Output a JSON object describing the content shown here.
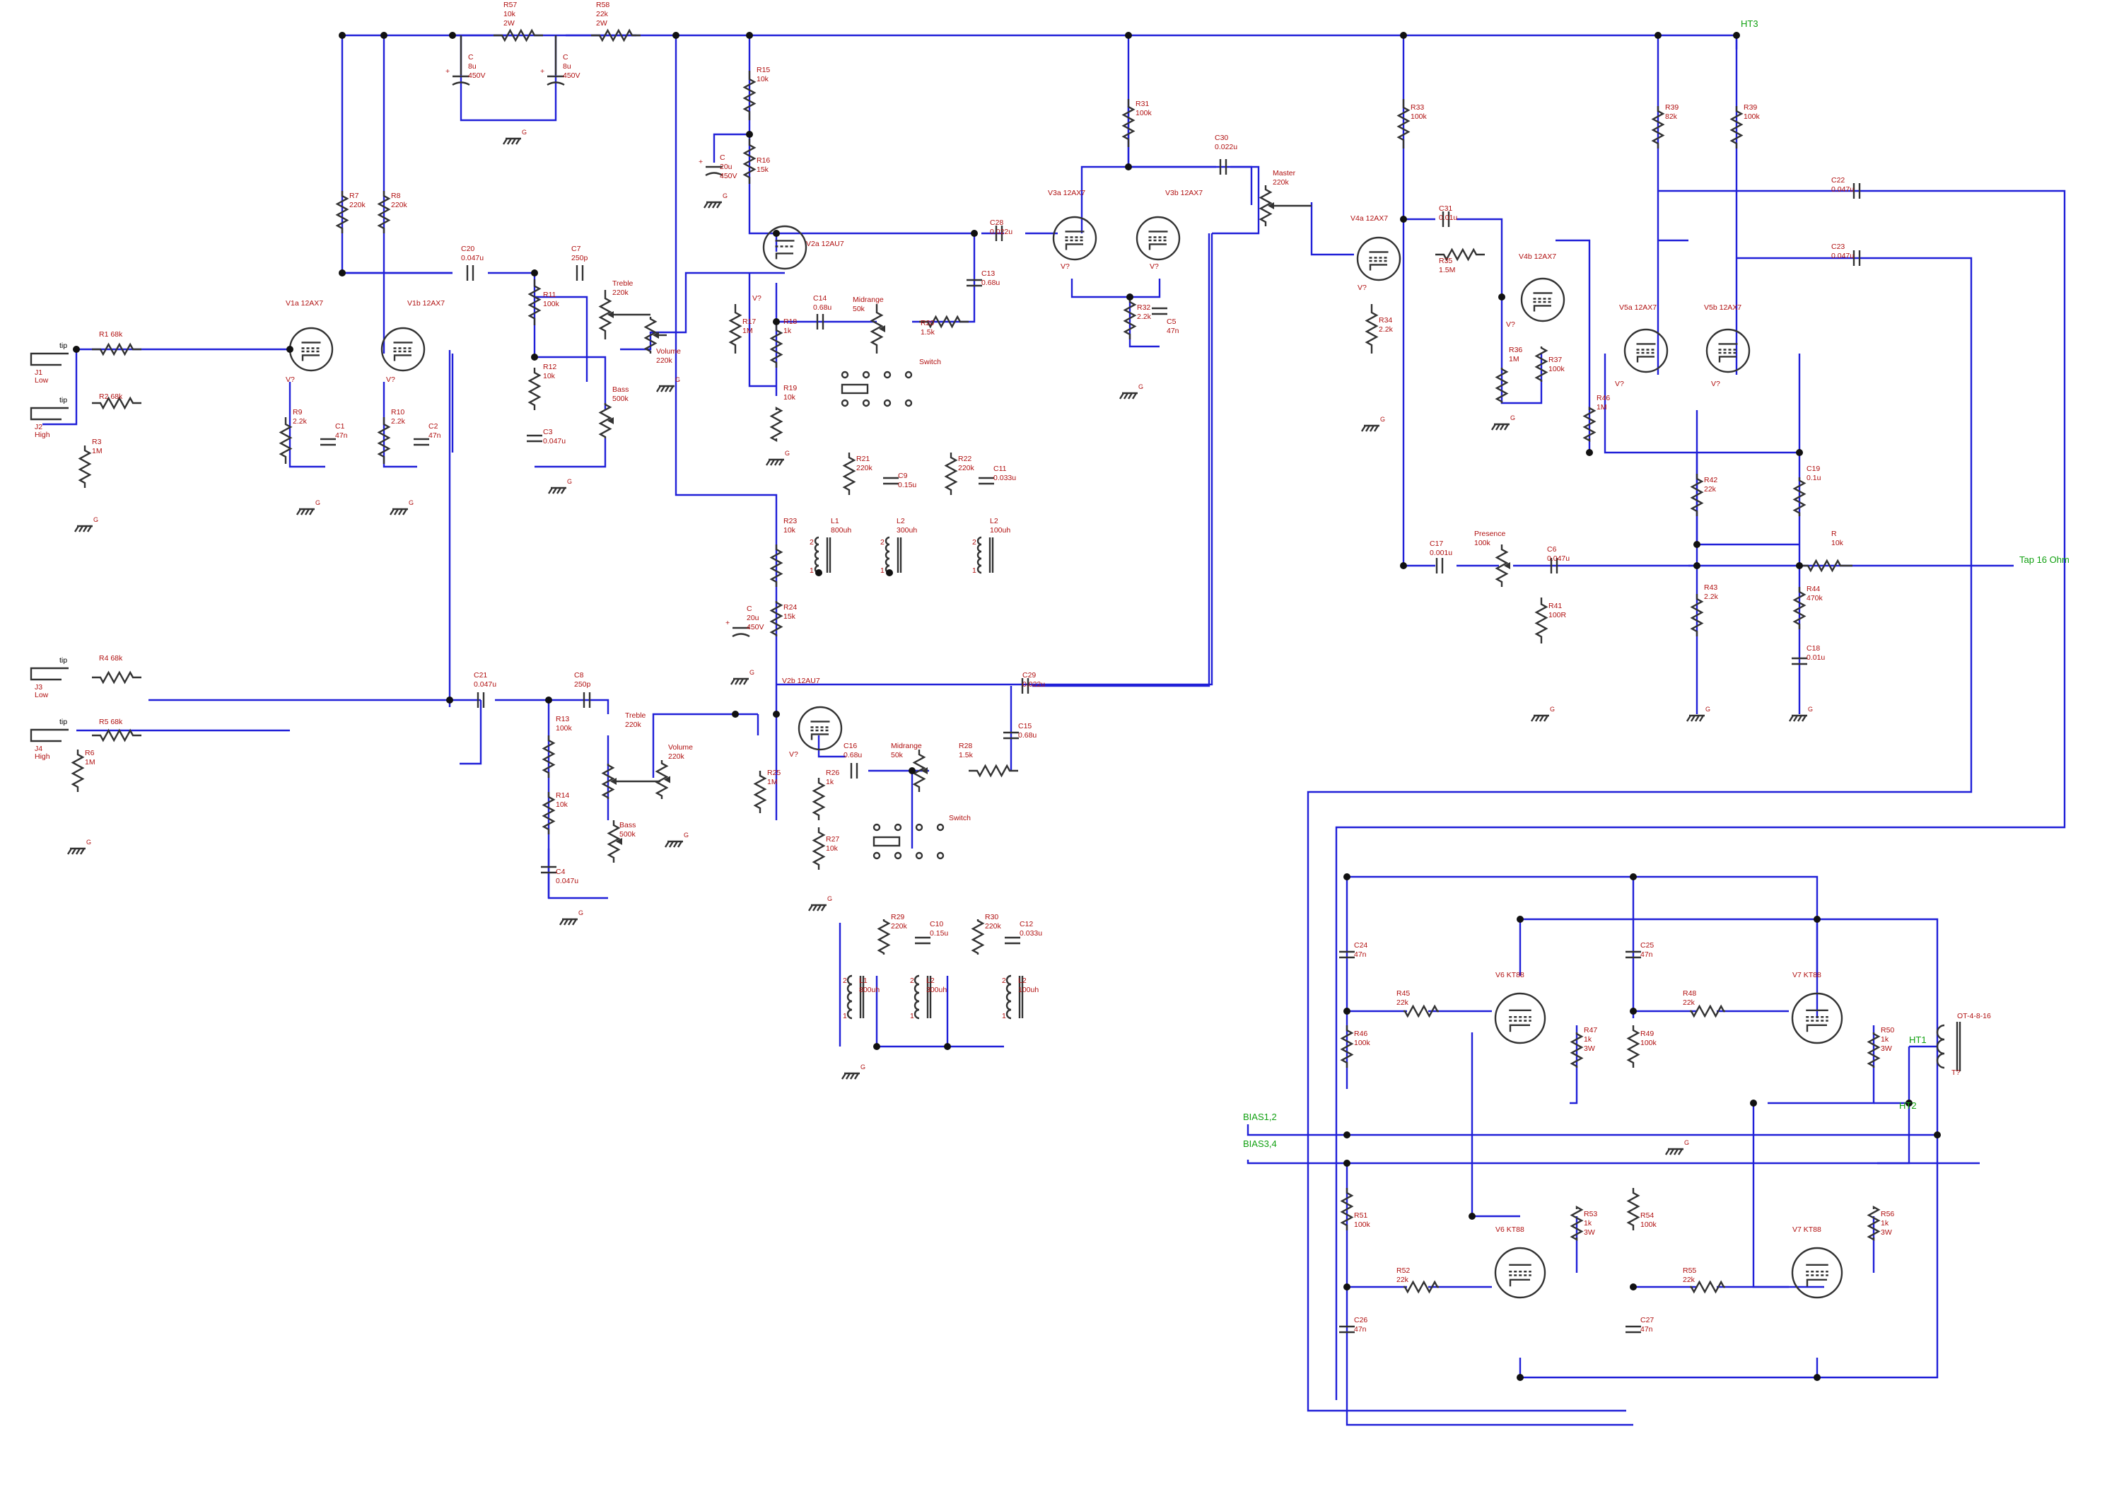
{
  "nets": [
    {
      "id": "ht3",
      "text": "HT3"
    },
    {
      "id": "tap16",
      "text": "Tap 16 Ohm"
    },
    {
      "id": "ht1",
      "text": "HT1"
    },
    {
      "id": "ht2",
      "text": "HT2"
    },
    {
      "id": "bias12",
      "text": "BIAS1,2"
    },
    {
      "id": "bias34",
      "text": "BIAS3,4"
    }
  ],
  "labels": [
    {
      "id": "r57",
      "lines": [
        "R57",
        "10k",
        "2W"
      ]
    },
    {
      "id": "r58",
      "lines": [
        "R58",
        "22k",
        "2W"
      ]
    },
    {
      "id": "cf1",
      "lines": [
        "C",
        "8u",
        "450V"
      ]
    },
    {
      "id": "cf2",
      "lines": [
        "C",
        "8u",
        "450V"
      ]
    },
    {
      "id": "r15",
      "lines": [
        "R15",
        "10k"
      ]
    },
    {
      "id": "r16",
      "lines": [
        "R16",
        "15k"
      ]
    },
    {
      "id": "cf3",
      "lines": [
        "C",
        "20u",
        "450V"
      ]
    },
    {
      "id": "r31",
      "lines": [
        "R31",
        "100k"
      ]
    },
    {
      "id": "c30",
      "lines": [
        "C30",
        "0.022u"
      ]
    },
    {
      "id": "master",
      "lines": [
        "Master",
        "220k"
      ]
    },
    {
      "id": "r33",
      "lines": [
        "R33",
        "100k"
      ]
    },
    {
      "id": "r39a",
      "lines": [
        "R39",
        "82k"
      ]
    },
    {
      "id": "r39b",
      "lines": [
        "R39",
        "100k"
      ]
    },
    {
      "id": "c22",
      "lines": [
        "C22",
        "0.047u"
      ]
    },
    {
      "id": "c23",
      "lines": [
        "C23",
        "0.047u"
      ]
    },
    {
      "id": "r7",
      "lines": [
        "R7",
        "220k"
      ]
    },
    {
      "id": "r8",
      "lines": [
        "R8",
        "220k"
      ]
    },
    {
      "id": "c20",
      "lines": [
        "C20",
        "0.047u"
      ]
    },
    {
      "id": "c7",
      "lines": [
        "C7",
        "250p"
      ]
    },
    {
      "id": "v2a",
      "lines": [
        "V2a 12AU7"
      ]
    },
    {
      "id": "c28",
      "lines": [
        "C28",
        "0.022u"
      ]
    },
    {
      "id": "v3a",
      "lines": [
        "V3a 12AX7"
      ]
    },
    {
      "id": "v3b",
      "lines": [
        "V3b 12AX7"
      ]
    },
    {
      "id": "v4a",
      "lines": [
        "V4a 12AX7"
      ]
    },
    {
      "id": "c31",
      "lines": [
        "C31",
        "0.01u"
      ]
    },
    {
      "id": "r35",
      "lines": [
        "R35",
        "1.5M"
      ]
    },
    {
      "id": "v4b",
      "lines": [
        "V4b 12AX7"
      ]
    },
    {
      "id": "v5a",
      "lines": [
        "V5a 12AX7"
      ]
    },
    {
      "id": "v5b",
      "lines": [
        "V5b 12AX7"
      ]
    },
    {
      "id": "v1a",
      "lines": [
        "V1a 12AX7"
      ]
    },
    {
      "id": "v1b",
      "lines": [
        "V1b 12AX7"
      ]
    },
    {
      "id": "r11",
      "lines": [
        "R11",
        "100k"
      ]
    },
    {
      "id": "treble1",
      "lines": [
        "Treble",
        "220k"
      ]
    },
    {
      "id": "volume1",
      "lines": [
        "Volume",
        "220k"
      ]
    },
    {
      "id": "c14",
      "lines": [
        "C14",
        "0.68u"
      ]
    },
    {
      "id": "midrange1",
      "lines": [
        "Midrange",
        "50k"
      ]
    },
    {
      "id": "r20",
      "lines": [
        "R20",
        "1.5k"
      ]
    },
    {
      "id": "c13",
      "lines": [
        "C13",
        "0.68u"
      ]
    },
    {
      "id": "r32",
      "lines": [
        "R32",
        "2.2k"
      ]
    },
    {
      "id": "c5",
      "lines": [
        "C5",
        "47n"
      ]
    },
    {
      "id": "r34",
      "lines": [
        "R34",
        "2.2k"
      ]
    },
    {
      "id": "r36",
      "lines": [
        "R36",
        "1M"
      ]
    },
    {
      "id": "r37",
      "lines": [
        "R37",
        "100k"
      ]
    },
    {
      "id": "r46b",
      "lines": [
        "R46",
        "1M"
      ]
    },
    {
      "id": "r17",
      "lines": [
        "R17",
        "1M"
      ]
    },
    {
      "id": "r18",
      "lines": [
        "R18",
        "1k"
      ]
    },
    {
      "id": "switch1",
      "lines": [
        "Switch"
      ]
    },
    {
      "id": "r1",
      "lines": [
        "R1  68k"
      ]
    },
    {
      "id": "r2",
      "lines": [
        "R2  68k"
      ]
    },
    {
      "id": "r3",
      "lines": [
        "R3",
        "1M"
      ]
    },
    {
      "id": "r9",
      "lines": [
        "R9",
        "2.2k"
      ]
    },
    {
      "id": "c1",
      "lines": [
        "C1",
        "47n"
      ]
    },
    {
      "id": "r10",
      "lines": [
        "R10",
        "2.2k"
      ]
    },
    {
      "id": "c2",
      "lines": [
        "C2",
        "47n"
      ]
    },
    {
      "id": "r12",
      "lines": [
        "R12",
        "10k"
      ]
    },
    {
      "id": "bass1",
      "lines": [
        "Bass",
        "500k"
      ]
    },
    {
      "id": "c3",
      "lines": [
        "C3",
        "0.047u"
      ]
    },
    {
      "id": "r19",
      "lines": [
        "R19",
        "10k"
      ]
    },
    {
      "id": "r21",
      "lines": [
        "R21",
        "220k"
      ]
    },
    {
      "id": "c9",
      "lines": [
        "C9",
        "0.15u"
      ]
    },
    {
      "id": "r22",
      "lines": [
        "R22",
        "220k"
      ]
    },
    {
      "id": "c11",
      "lines": [
        "C11",
        "0.033u"
      ]
    },
    {
      "id": "c19",
      "lines": [
        "C19",
        "0.1u"
      ]
    },
    {
      "id": "r42",
      "lines": [
        "R42",
        "22k"
      ]
    },
    {
      "id": "r23",
      "lines": [
        "R23",
        "10k"
      ]
    },
    {
      "id": "l1a",
      "lines": [
        "L1",
        "800uh"
      ]
    },
    {
      "id": "l2a",
      "lines": [
        "L2",
        "300uh"
      ]
    },
    {
      "id": "l2b",
      "lines": [
        "L2",
        "100uh"
      ]
    },
    {
      "id": "c17",
      "lines": [
        "C17",
        "0.001u"
      ]
    },
    {
      "id": "presence",
      "lines": [
        "Presence",
        "100k"
      ]
    },
    {
      "id": "c6",
      "lines": [
        "C6",
        "0.047u"
      ]
    },
    {
      "id": "rfb",
      "lines": [
        "R",
        "10k"
      ]
    },
    {
      "id": "r43",
      "lines": [
        "R43",
        "2.2k"
      ]
    },
    {
      "id": "r44",
      "lines": [
        "R44",
        "470k"
      ]
    },
    {
      "id": "r41",
      "lines": [
        "R41",
        "100R"
      ]
    },
    {
      "id": "cf4",
      "lines": [
        "C",
        "20u",
        "450V"
      ]
    },
    {
      "id": "r24",
      "lines": [
        "R24",
        "15k"
      ]
    },
    {
      "id": "c18",
      "lines": [
        "C18",
        "0.01u"
      ]
    },
    {
      "id": "r4",
      "lines": [
        "R4  68k"
      ]
    },
    {
      "id": "c21",
      "lines": [
        "C21",
        "0.047u"
      ]
    },
    {
      "id": "c8",
      "lines": [
        "C8",
        "250p"
      ]
    },
    {
      "id": "v2b",
      "lines": [
        "V2b 12AU7"
      ]
    },
    {
      "id": "c29",
      "lines": [
        "C29",
        "0.022u"
      ]
    },
    {
      "id": "r5",
      "lines": [
        "R5  68k"
      ]
    },
    {
      "id": "r13",
      "lines": [
        "R13",
        "100k"
      ]
    },
    {
      "id": "treble2",
      "lines": [
        "Treble",
        "220k"
      ]
    },
    {
      "id": "volume2",
      "lines": [
        "Volume",
        "220k"
      ]
    },
    {
      "id": "c15",
      "lines": [
        "C15",
        "0.68u"
      ]
    },
    {
      "id": "c16",
      "lines": [
        "C16",
        "0.68u"
      ]
    },
    {
      "id": "midrange2",
      "lines": [
        "Midrange",
        "50k"
      ]
    },
    {
      "id": "r28",
      "lines": [
        "R28",
        "1.5k"
      ]
    },
    {
      "id": "r6",
      "lines": [
        "R6",
        "1M"
      ]
    },
    {
      "id": "r25",
      "lines": [
        "R25",
        "1M"
      ]
    },
    {
      "id": "r26",
      "lines": [
        "R26",
        "1k"
      ]
    },
    {
      "id": "r14",
      "lines": [
        "R14",
        "10k"
      ]
    },
    {
      "id": "switch2",
      "lines": [
        "Switch"
      ]
    },
    {
      "id": "bass2",
      "lines": [
        "Bass",
        "500k"
      ]
    },
    {
      "id": "r27",
      "lines": [
        "R27",
        "10k"
      ]
    },
    {
      "id": "c4",
      "lines": [
        "C4",
        "0.047u"
      ]
    },
    {
      "id": "r29",
      "lines": [
        "R29",
        "220k"
      ]
    },
    {
      "id": "c10",
      "lines": [
        "C10",
        "0.15u"
      ]
    },
    {
      "id": "r30",
      "lines": [
        "R30",
        "220k"
      ]
    },
    {
      "id": "c12",
      "lines": [
        "C12",
        "0.033u"
      ]
    },
    {
      "id": "l1b",
      "lines": [
        "L1",
        "800uh"
      ]
    },
    {
      "id": "l2c",
      "lines": [
        "L2",
        "300uh"
      ]
    },
    {
      "id": "l2d",
      "lines": [
        "L2",
        "100uh"
      ]
    },
    {
      "id": "c24",
      "lines": [
        "C24",
        "47n"
      ]
    },
    {
      "id": "c25",
      "lines": [
        "C25",
        "47n"
      ]
    },
    {
      "id": "v6a",
      "lines": [
        "V6 KT88"
      ]
    },
    {
      "id": "v7a",
      "lines": [
        "V7 KT88"
      ]
    },
    {
      "id": "r45",
      "lines": [
        "R45",
        "22k"
      ]
    },
    {
      "id": "r46",
      "lines": [
        "R46",
        "100k"
      ]
    },
    {
      "id": "r47",
      "lines": [
        "R47",
        "1k",
        "3W"
      ]
    },
    {
      "id": "r48",
      "lines": [
        "R48",
        "22k"
      ]
    },
    {
      "id": "r49",
      "lines": [
        "R49",
        "100k"
      ]
    },
    {
      "id": "r50",
      "lines": [
        "R50",
        "1k",
        "3W"
      ]
    },
    {
      "id": "ot",
      "lines": [
        "OT-4-8-16"
      ]
    },
    {
      "id": "r51",
      "lines": [
        "R51",
        "100k"
      ]
    },
    {
      "id": "v6b",
      "lines": [
        "V6 KT88"
      ]
    },
    {
      "id": "v7b",
      "lines": [
        "V7 KT88"
      ]
    },
    {
      "id": "r53",
      "lines": [
        "R53",
        "1k",
        "3W"
      ]
    },
    {
      "id": "r54",
      "lines": [
        "R54",
        "100k"
      ]
    },
    {
      "id": "r56",
      "lines": [
        "R56",
        "1k",
        "3W"
      ]
    },
    {
      "id": "r52",
      "lines": [
        "R52",
        "22k"
      ]
    },
    {
      "id": "r55",
      "lines": [
        "R55",
        "22k"
      ]
    },
    {
      "id": "c26",
      "lines": [
        "C26",
        "47n"
      ]
    },
    {
      "id": "c27",
      "lines": [
        "C27",
        "47n"
      ]
    }
  ],
  "jacks": [
    {
      "id": "j1",
      "tip": "tip",
      "name": "J1",
      "sub": "Low"
    },
    {
      "id": "j2",
      "tip": "tip",
      "name": "J2",
      "sub": "High"
    },
    {
      "id": "j3",
      "tip": "tip",
      "name": "J3",
      "sub": "Low"
    },
    {
      "id": "j4",
      "tip": "tip",
      "name": "J4",
      "sub": "High"
    }
  ],
  "marks": {
    "ground": "G",
    "tube_ref": "V?",
    "transformer_ref": "T?",
    "pin1": "1",
    "pin2": "2"
  }
}
